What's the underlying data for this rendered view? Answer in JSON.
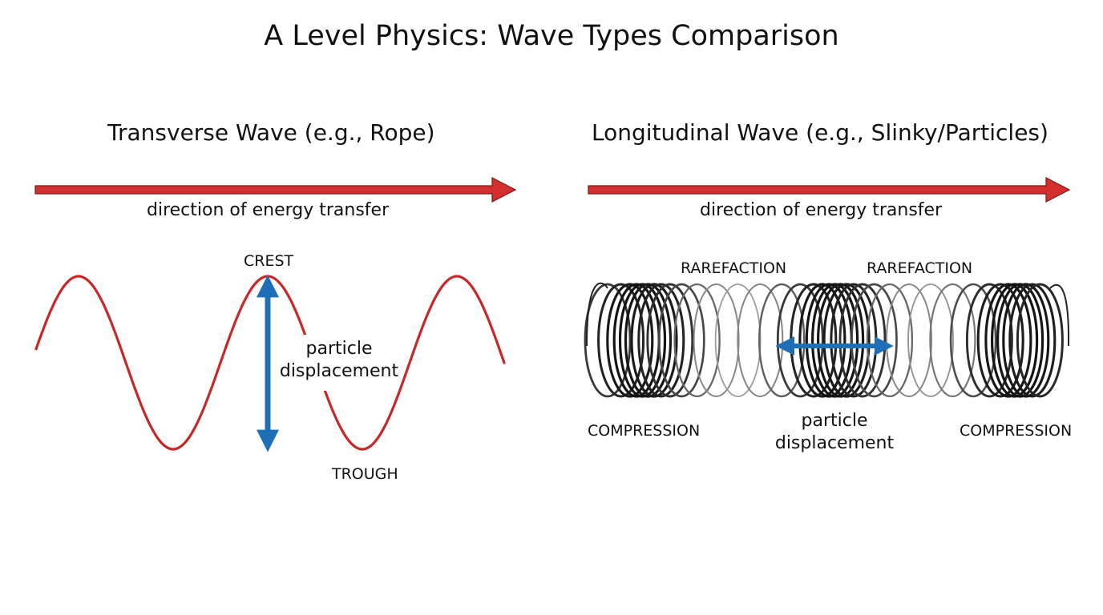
{
  "title": "A Level Physics: Wave Types Comparison",
  "transverse": {
    "heading": "Transverse Wave (e.g., Rope)",
    "energy_label": "direction of energy transfer",
    "crest_label": "CREST",
    "trough_label": "TROUGH",
    "displacement_label_1": "particle",
    "displacement_label_2": "displacement"
  },
  "longitudinal": {
    "heading": "Longitudinal Wave (e.g., Slinky/Particles)",
    "energy_label": "direction of energy transfer",
    "rarefaction_label_1": "RAREFACTION",
    "rarefaction_label_2": "RAREFACTION",
    "compression_label_1": "COMPRESSION",
    "compression_label_2": "COMPRESSION",
    "displacement_label_1": "particle",
    "displacement_label_2": "displacement"
  },
  "colors": {
    "arrow_red": "#d32f2f",
    "wave_red": "#c62828",
    "displacement_blue": "#1f6fb8",
    "coil_dark": "#111111"
  }
}
